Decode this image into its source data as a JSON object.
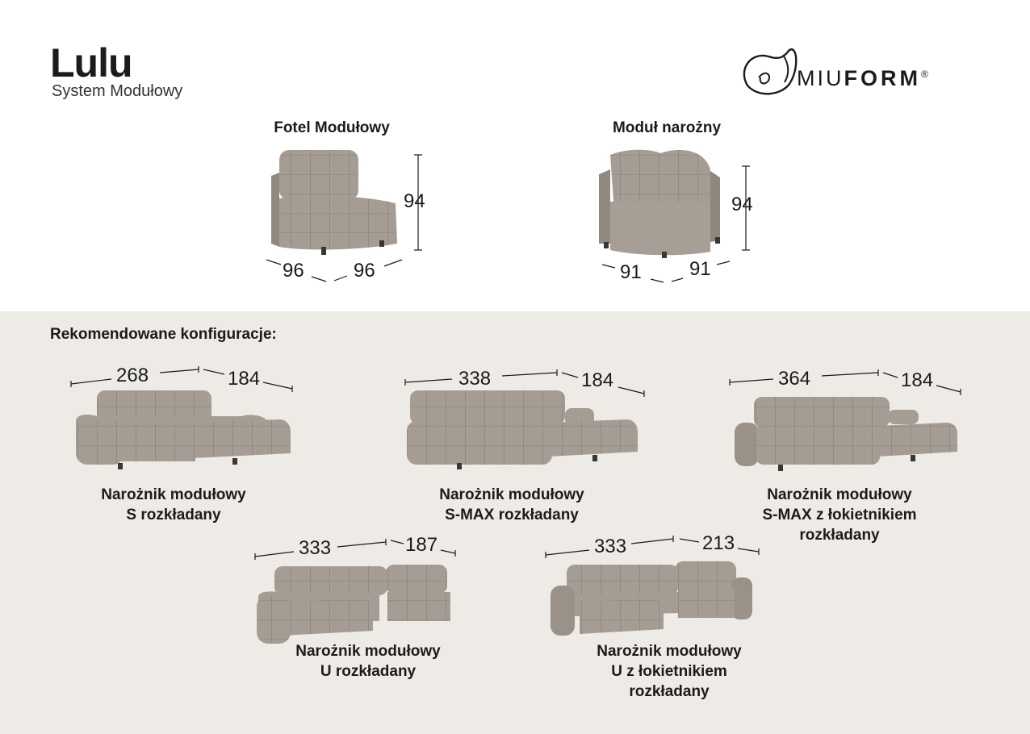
{
  "header": {
    "title": "Lulu",
    "subtitle": "System Modułowy"
  },
  "brand": {
    "logo_thin": "MIU",
    "logo_bold": "FORM",
    "reg": "®"
  },
  "modules": [
    {
      "name": "Fotel Modułowy",
      "height": "94",
      "width_left": "96",
      "width_right": "96"
    },
    {
      "name": "Moduł narożny",
      "height": "94",
      "width_left": "91",
      "width_right": "91"
    }
  ],
  "section_title": "Rekomendowane konfiguracje:",
  "configs": [
    {
      "line1": "Narożnik modułowy",
      "line2": "S rozkładany",
      "line3": "",
      "dim_a": "268",
      "dim_b": "184"
    },
    {
      "line1": "Narożnik modułowy",
      "line2": "S-MAX rozkładany",
      "line3": "",
      "dim_a": "338",
      "dim_b": "184"
    },
    {
      "line1": "Narożnik modułowy",
      "line2": "S-MAX z łokietnikiem",
      "line3": "rozkładany",
      "dim_a": "364",
      "dim_b": "184"
    },
    {
      "line1": "Narożnik modułowy",
      "line2": "U rozkładany",
      "line3": "",
      "dim_a": "333",
      "dim_b": "187"
    },
    {
      "line1": "Narożnik modułowy",
      "line2": "U z łokietnikiem",
      "line3": "rozkładany",
      "dim_a": "333",
      "dim_b": "213"
    }
  ],
  "colors": {
    "fabric": "#a59d93",
    "fabric_dark": "#8b8379",
    "fabric_light": "#bab3aa",
    "panel": "#eeebe7"
  }
}
